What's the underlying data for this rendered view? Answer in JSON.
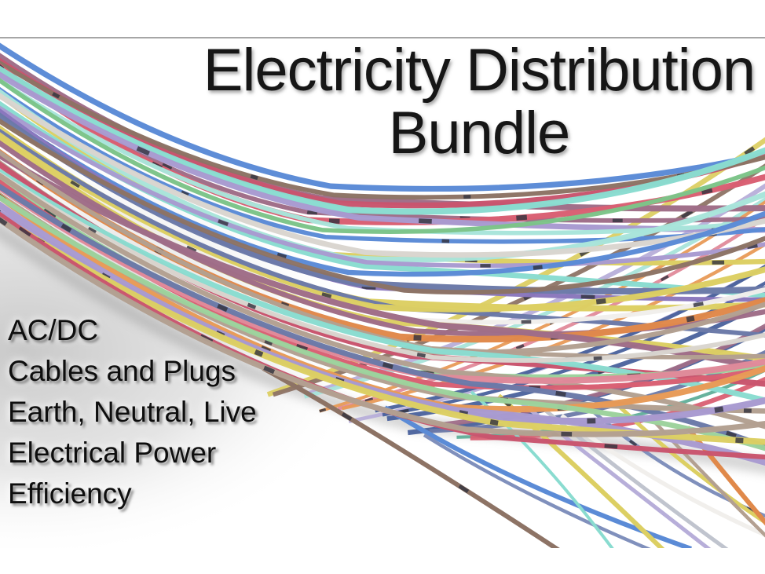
{
  "slide": {
    "title": {
      "line1": "Electricity Distribution",
      "line2": "Bundle"
    },
    "topics": [
      "AC/DC",
      "Cables and Plugs",
      "Earth, Neutral, Live",
      "Electrical Power",
      "Efficiency"
    ],
    "colors": {
      "background": "#ffffff",
      "title_text": "#161616",
      "body_text": "#0e0e0e",
      "divider_line": "#a6a6a6",
      "photo_shadow_gray": "#909090",
      "photo_background_gray": "#9a9a9a",
      "wire_label_mark": "#33333e"
    },
    "background_image": {
      "description": "Photograph of a large bundle of thin colorful electrical wires sweeping from the upper left down through the center and rising to the upper right, with individual strands fanning out toward the bottom right corner; small dark printed marks dot the wires.",
      "wire_colors": [
        "#e0894a",
        "#e89a57",
        "#d95f72",
        "#e08a9a",
        "#c9556e",
        "#8adcd0",
        "#a8e4da",
        "#5fae98",
        "#7cc489",
        "#9cd29c",
        "#8b77bd",
        "#a89ad0",
        "#6b79a8",
        "#49619c",
        "#8090bc",
        "#b7aed9",
        "#f1efec",
        "#d9d5cf",
        "#b3a091",
        "#8d7365",
        "#c0c4ce",
        "#dccf63",
        "#9f6d88",
        "#5b8bd6"
      ]
    }
  }
}
